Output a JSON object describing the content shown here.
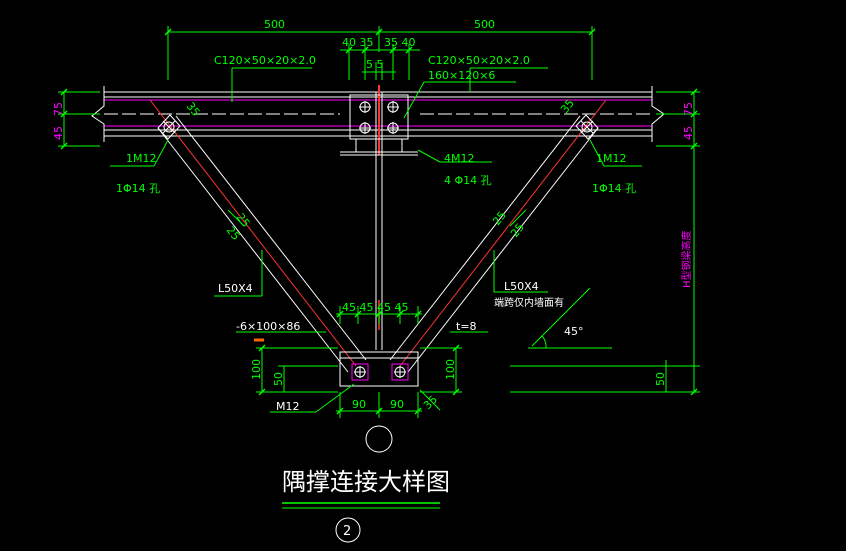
{
  "title": "隅撑连接大样图",
  "detail_number": "2",
  "colors": {
    "background": "#000000",
    "dimension": "#00ff00",
    "label": "#ffffff",
    "magenta": "#ff00ff",
    "steel": "#ffffff",
    "centerline": "#ff3333",
    "accent": "#ff6600"
  },
  "dims": {
    "top_left": "500",
    "top_right": "500",
    "top_mid": "40 35   35 40",
    "center_5": "5 5",
    "left_75": "75",
    "left_45": "45",
    "right_75": "75",
    "right_45": "45",
    "brace_25a": "25",
    "brace_25b": "25",
    "brace_25c": "25",
    "brace_25d": "25",
    "corner_35l": "35",
    "corner_35r": "35",
    "bottom_45s": "45 45 45 45",
    "bottom_90l": "90",
    "bottom_90r": "90",
    "left_100": "100",
    "left_50": "50",
    "right_100": "100",
    "right_50": "50",
    "angle_35": "35",
    "angle_45": "45°"
  },
  "labels": {
    "purlin_left": "C120×50×20×2.0",
    "purlin_right": "C120×50×20×2.0",
    "plate_top": "160×120×6",
    "bolts_top": "4M12",
    "holes_top": "4 Φ14 孔",
    "bolt_left": "1M12",
    "hole_left": "1Φ14 孔",
    "bolt_right": "1M12",
    "hole_right": "1Φ14 孔",
    "angle_left": "L50X4",
    "angle_right": "L50X4",
    "angle_note": "端跨仅内墙面有",
    "plate_bottom": "-6×100×86",
    "plate_t": "t=8",
    "bolt_bottom": "M12",
    "beam_height": "H型钢梁高度"
  }
}
